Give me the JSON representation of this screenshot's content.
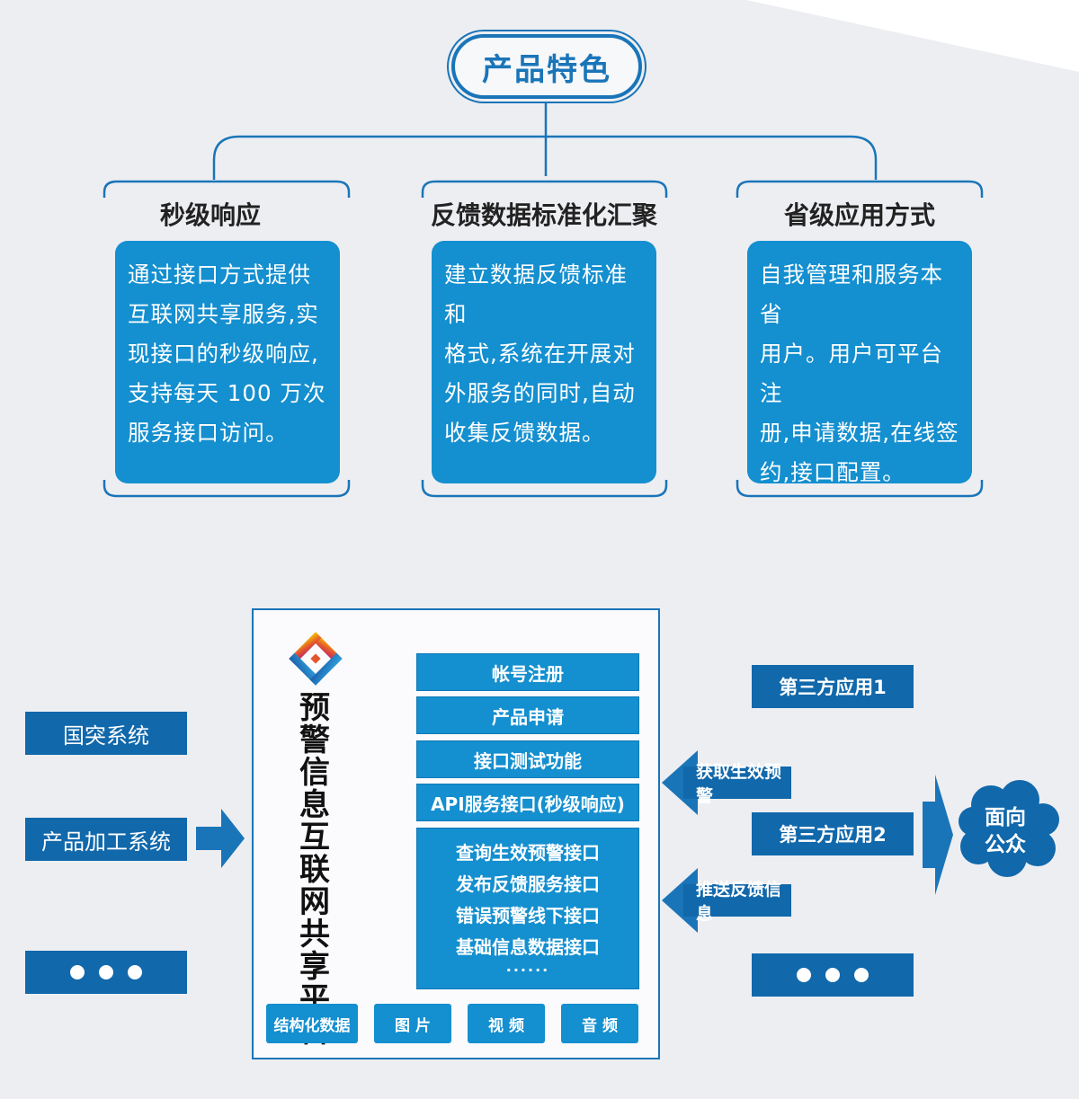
{
  "header": {
    "title": "产品特色"
  },
  "features": [
    {
      "title": "秒级响应",
      "lines": [
        "通过接口方式提供",
        "互联网共享服务,实",
        "现接口的秒级响应,",
        "支持每天 100 万次",
        "服务接口访问。"
      ]
    },
    {
      "title": "反馈数据标准化汇聚",
      "lines": [
        "建立数据反馈标准和",
        "格式,系统在开展对",
        "外服务的同时,自动",
        "收集反馈数据。"
      ]
    },
    {
      "title": "省级应用方式",
      "lines": [
        "自我管理和服务本省",
        "用户。用户可平台注",
        "册,申请数据,在线签",
        "约,接口配置。"
      ]
    }
  ],
  "left_systems": [
    "国突系统",
    "产品加工系统"
  ],
  "platform": {
    "title_chars": [
      "预",
      "警",
      "信",
      "息",
      "互",
      "联",
      "网",
      "共",
      "享",
      "平",
      "台"
    ],
    "menu": [
      "帐号注册",
      "产品申请",
      "接口测试功能",
      "API服务接口(秒级响应)"
    ],
    "apis": [
      "查询生效预警接口",
      "发布反馈服务接口",
      "错误预警线下接口",
      "基础信息数据接口"
    ],
    "apis_more": "······",
    "media": [
      "结构化数据",
      "图 片",
      "视 频",
      "音 频"
    ]
  },
  "right": {
    "apps": [
      "第三方应用1",
      "第三方应用2"
    ],
    "arrow_get": "获取生效预警",
    "arrow_push": "推送反馈信息",
    "public": [
      "面向",
      "公众"
    ]
  },
  "colors": {
    "primary": "#1a75b8",
    "box": "#148fcf",
    "dark": "#1168ab",
    "bg": "#edeef2"
  }
}
